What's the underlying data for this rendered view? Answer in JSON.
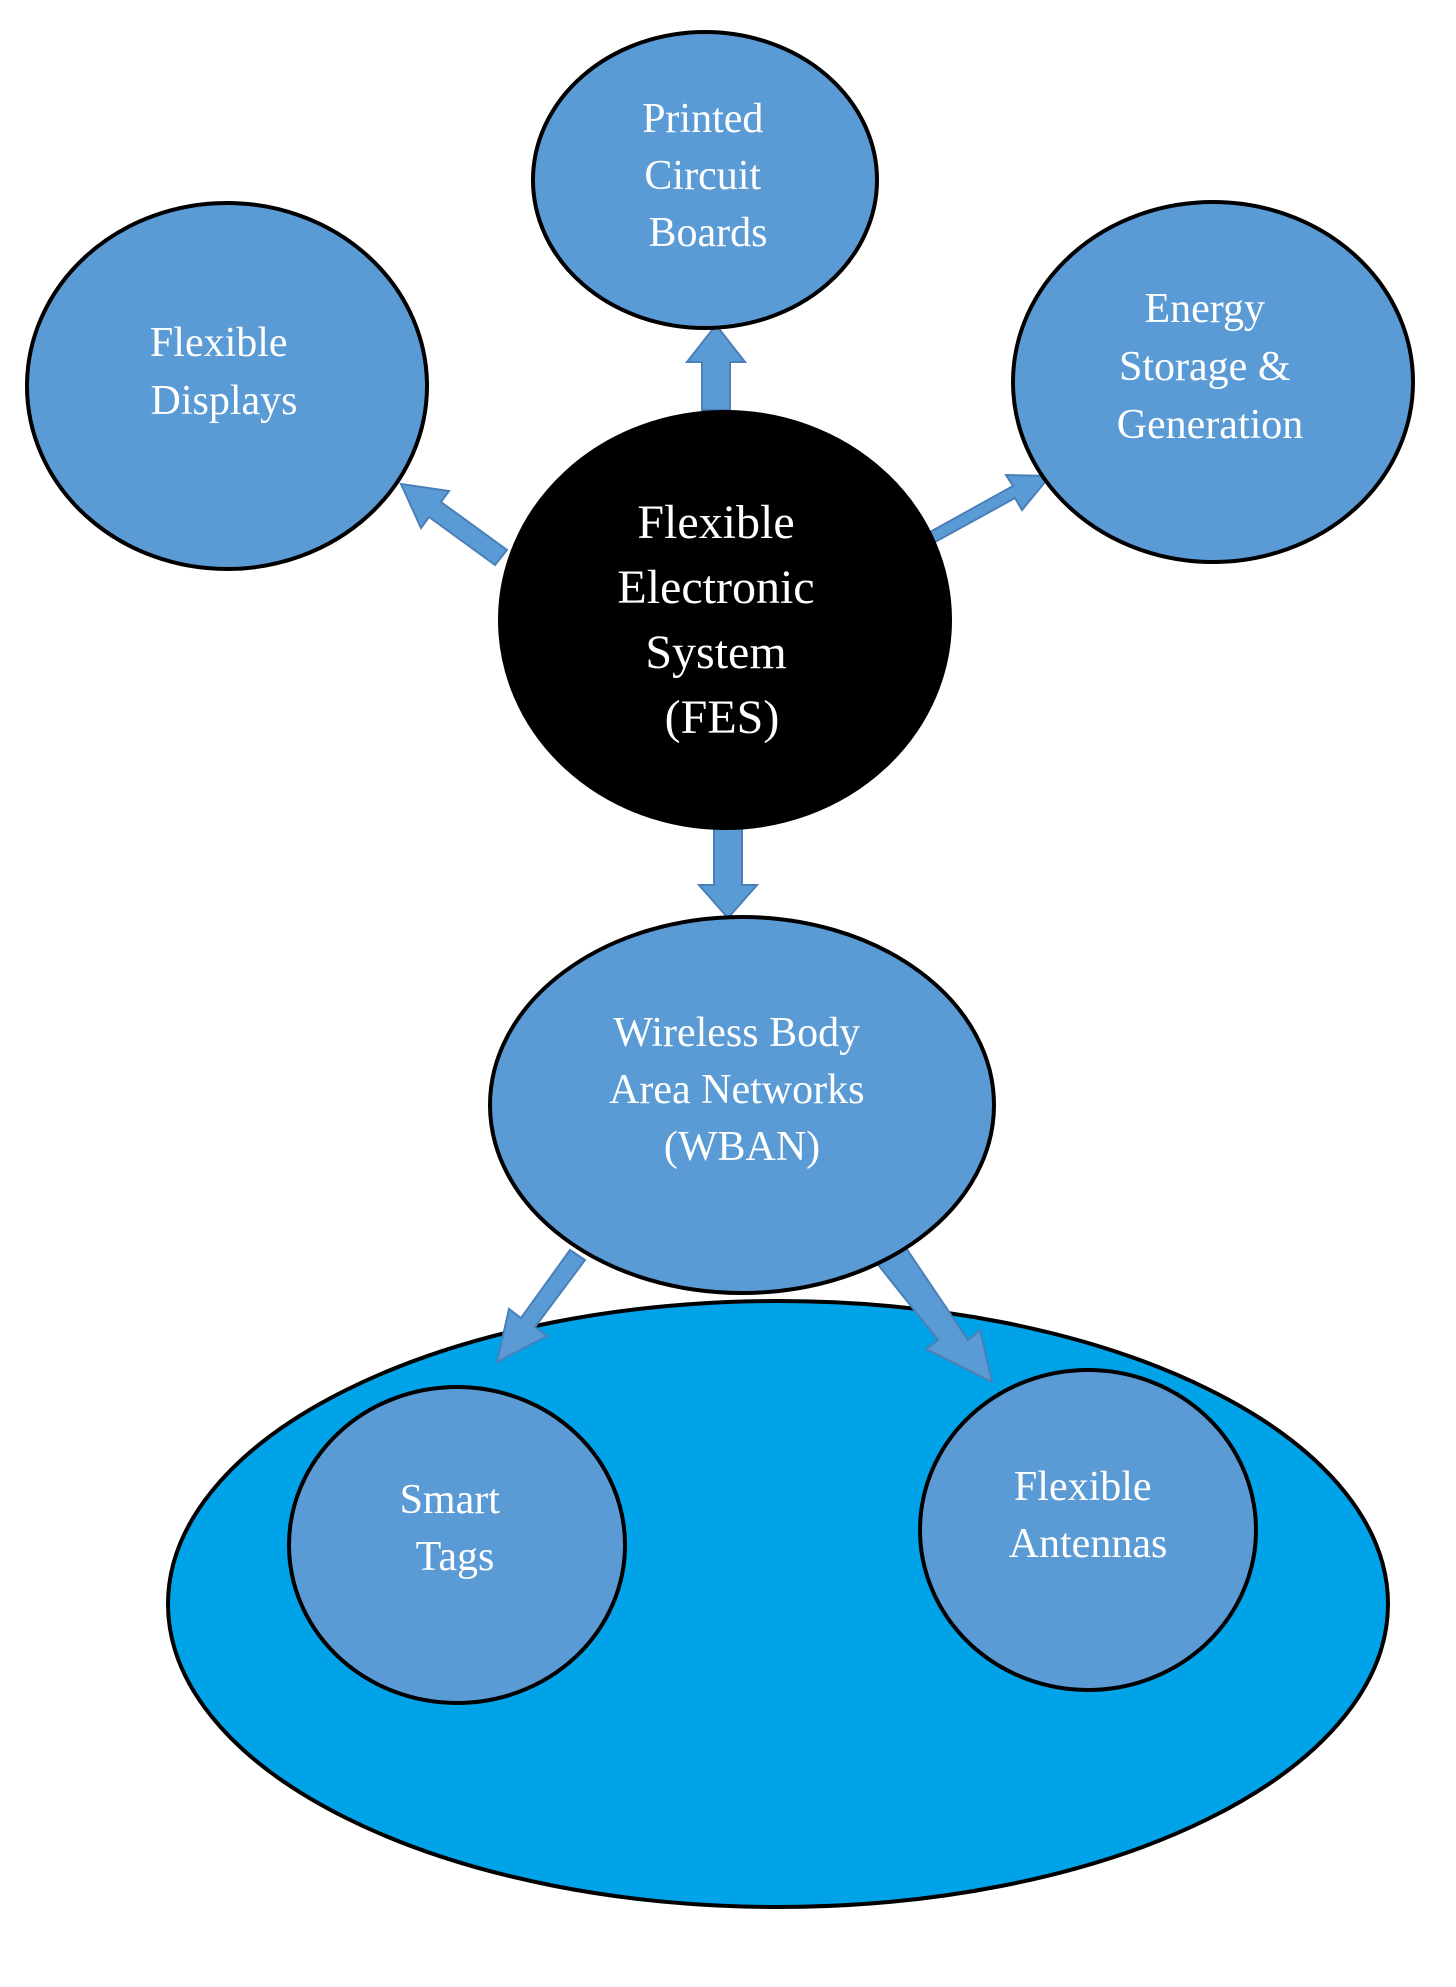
{
  "colors": {
    "node_fill": "#5b9bd5",
    "center_fill": "#000000",
    "base_fill": "#00a2e8",
    "arrow_fill": "#5b9bd5",
    "outline": "#000000",
    "text": "#ffffff"
  },
  "nodes": {
    "center": {
      "lines": [
        "Flexible",
        "Electronic",
        "System",
        "(FES)"
      ]
    },
    "printed_circuit_boards": {
      "lines": [
        "Printed",
        "Circuit",
        "Boards"
      ]
    },
    "flexible_displays": {
      "lines": [
        "Flexible",
        "Displays"
      ]
    },
    "energy_storage": {
      "lines": [
        "Energy",
        "Storage &",
        "Generation"
      ]
    },
    "wban": {
      "lines": [
        "Wireless Body",
        "Area Networks",
        "(WBAN)"
      ]
    },
    "smart_tags": {
      "lines": [
        "Smart",
        "Tags"
      ]
    },
    "flexible_antennas": {
      "lines": [
        "Flexible",
        "Antennas"
      ]
    }
  }
}
